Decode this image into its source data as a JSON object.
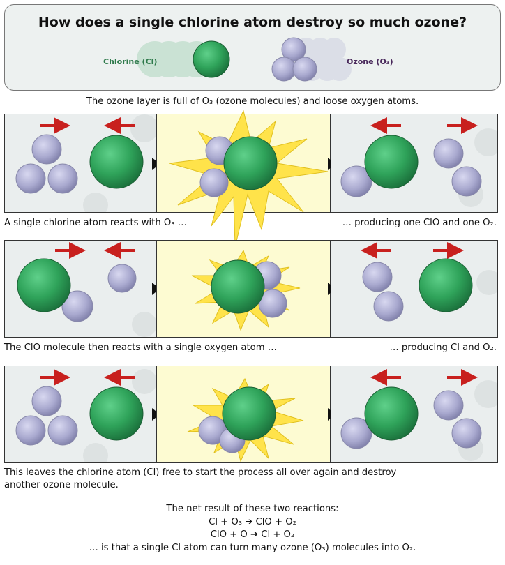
{
  "header": {
    "title": "How does a single chlorine atom destroy so much ozone?",
    "chlorine_label": "Chlorine (Cl)",
    "ozone_label": "Ozone (O₃)"
  },
  "intro": "The ozone layer is full of O₃ (ozone molecules) and loose oxygen atoms.",
  "rows": [
    {
      "caption_left": "A single chlorine atom reacts with O₃ …",
      "caption_right": "… producing one ClO and one O₂."
    },
    {
      "caption_left": "The ClO molecule then reacts with a single oxygen atom …",
      "caption_right": "… producing Cl and O₂."
    },
    {
      "caption_left": "This leaves the chlorine atom (Cl) free to start the process all over again and destroy",
      "caption_left_2": "another ozone molecule."
    }
  ],
  "net": {
    "intro": "The net result of these two reactions:",
    "eq1": "Cl + O₃ ➔ ClO + O₂",
    "eq2": "ClO + O ➔ Cl + O₂",
    "conclusion": "… is that a single Cl atom can turn many ozone (O₃) molecules into O₂."
  },
  "colors": {
    "chlorine": "#2fa35a",
    "oxygen": "#a9a9cf",
    "arrow": "#c8201e",
    "burst": "#ffe34a",
    "panel_side": "#eaeeee",
    "panel_mid": "#fdfbd2"
  }
}
